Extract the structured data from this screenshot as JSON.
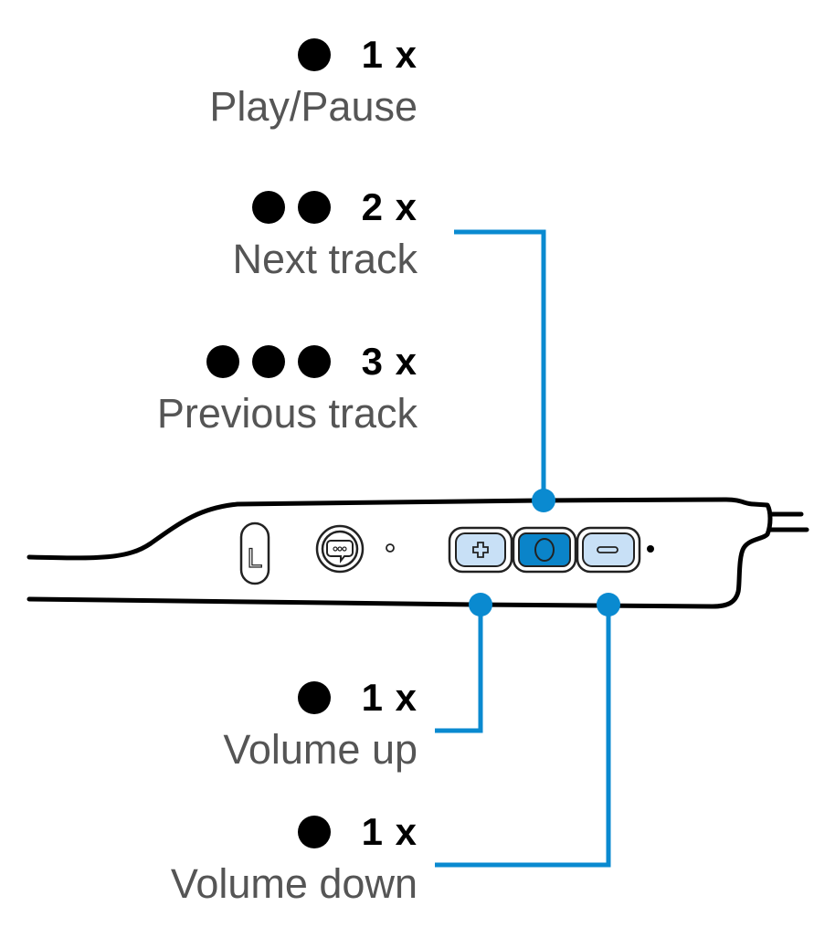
{
  "colors": {
    "accent": "#0a8ad0",
    "button_light": "#c8e0f6",
    "button_dark": "#0a84c9",
    "outline": "#000000",
    "label_text": "#555555"
  },
  "actions": [
    {
      "id": "play-pause",
      "presses": 1,
      "count_label": "1 x",
      "label": "Play/Pause",
      "button": "center"
    },
    {
      "id": "next-track",
      "presses": 2,
      "count_label": "2 x",
      "label": "Next track",
      "button": "center"
    },
    {
      "id": "previous-track",
      "presses": 3,
      "count_label": "3 x",
      "label": "Previous track",
      "button": "center"
    },
    {
      "id": "volume-up",
      "presses": 1,
      "count_label": "1 x",
      "label": "Volume up",
      "button": "plus"
    },
    {
      "id": "volume-down",
      "presses": 1,
      "count_label": "1 x",
      "label": "Volume down",
      "button": "minus"
    }
  ],
  "device": {
    "side_marker": "L",
    "buttons": [
      {
        "id": "plus",
        "symbol": "plus-icon"
      },
      {
        "id": "center",
        "symbol": "circle-icon"
      },
      {
        "id": "minus",
        "symbol": "minus-icon"
      }
    ]
  }
}
